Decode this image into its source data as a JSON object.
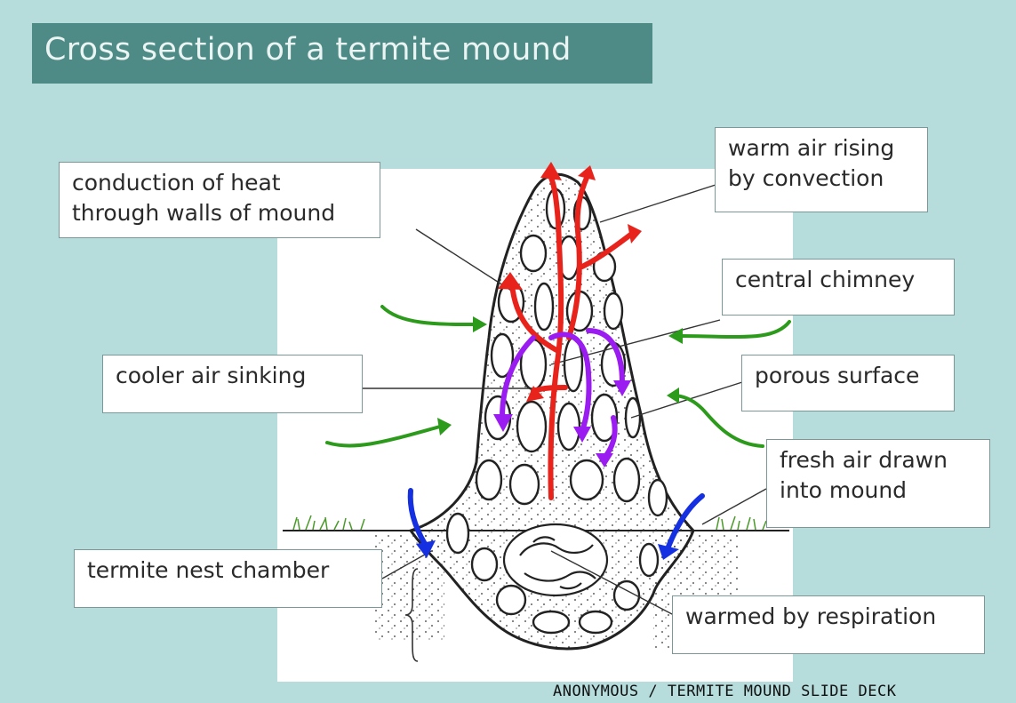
{
  "title": "Cross section of a termite mound",
  "labels": {
    "conduction": [
      "conduction of heat",
      "through walls of mound"
    ],
    "warm_air": [
      "warm air rising",
      "by convection"
    ],
    "central_chimney": "central chimney",
    "cooler_air": "cooler air sinking",
    "porous_surface": "porous surface",
    "fresh_air": [
      "fresh air drawn",
      "into mound"
    ],
    "nest_chamber": "termite nest chamber",
    "warmed": "warmed by respiration"
  },
  "credit": "ANONYMOUS / TERMITE MOUND SLIDE DECK",
  "colors": {
    "background": "#b6dcdc",
    "title_bar": "#4e8a86",
    "warm_arrows": "#e8231c",
    "cool_arrows": "#9b1cf0",
    "fresh_air_arrows": "#2c9a1a",
    "inflow_arrows": "#1530e0"
  }
}
